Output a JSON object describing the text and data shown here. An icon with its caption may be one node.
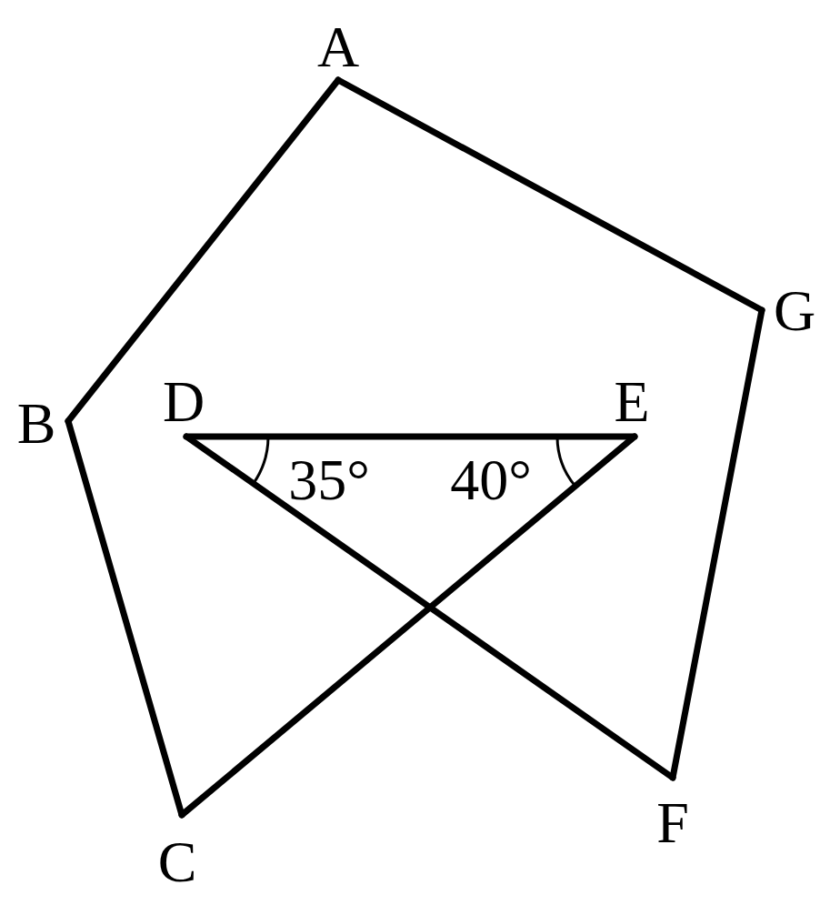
{
  "diagram": {
    "nodes": [
      {
        "text": [
          "A"
        ]
      },
      {
        "text": [
          "B"
        ]
      },
      {
        "text": [
          "C"
        ]
      },
      {
        "text": [
          "D"
        ]
      },
      {
        "text": [
          "E"
        ]
      },
      {
        "text": [
          "F"
        ]
      },
      {
        "text": [
          "G"
        ]
      }
    ],
    "edges": [
      {
        "from": 0,
        "to": 1,
        "arrow": "none"
      },
      {
        "from": 1,
        "to": 2,
        "arrow": "none"
      },
      {
        "from": 2,
        "to": 4,
        "arrow": "none"
      },
      {
        "from": 4,
        "to": 3,
        "arrow": "none"
      },
      {
        "from": 3,
        "to": 5,
        "arrow": "none"
      },
      {
        "from": 5,
        "to": 6,
        "arrow": "none"
      },
      {
        "from": 6,
        "to": 0,
        "arrow": "none"
      }
    ],
    "labels": [
      "35°",
      "40°"
    ]
  }
}
